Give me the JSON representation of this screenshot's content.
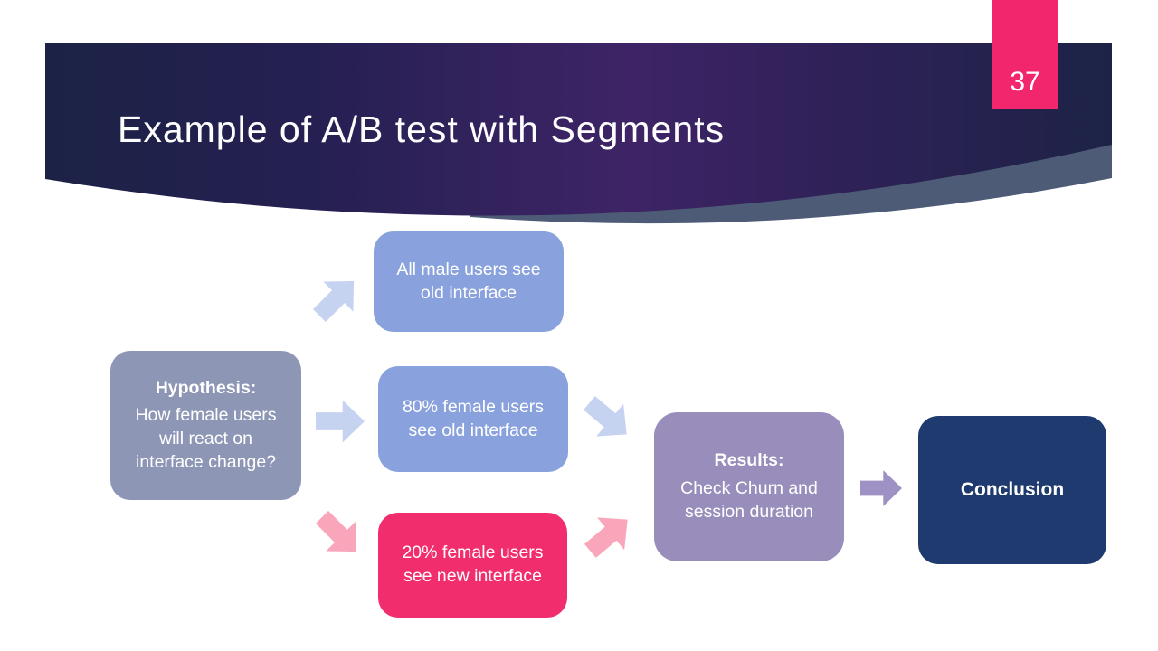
{
  "slide": {
    "page_number": "37",
    "title": "Example of A/B test with Segments"
  },
  "flowchart": {
    "hypothesis": {
      "heading": "Hypothesis:",
      "body": "How female users will react on interface change?"
    },
    "branches": [
      {
        "label": "All male users see old interface"
      },
      {
        "label": "80% female users see old interface"
      },
      {
        "label": "20% female users see new interface"
      }
    ],
    "results": {
      "heading": "Results:",
      "body": "Check Churn and session duration"
    },
    "conclusion": {
      "label": "Conclusion"
    }
  },
  "colors": {
    "box_slate": "#8d96b5",
    "box_periwinkle": "#89a1dc",
    "box_pink": "#f22d6e",
    "box_lavender": "#998ebb",
    "box_navy": "#1e3a6e",
    "tab_pink": "#f1266d",
    "arrow_blue": "#c6d3f0",
    "arrow_pink": "#f9a6bb",
    "arrow_purple": "#9d92c3",
    "banner_navy": "#1c2245",
    "banner_purple": "#3e2466",
    "swoosh_gray": "#4d5b76"
  }
}
